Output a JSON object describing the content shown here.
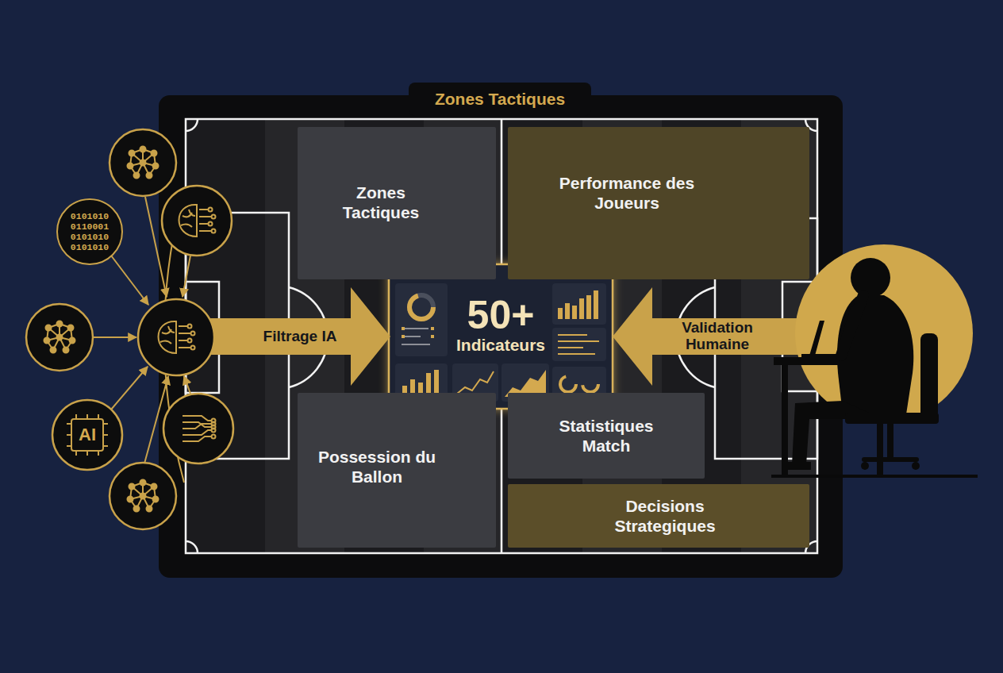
{
  "diagram": {
    "title": "Zones Tactiques",
    "nodes": [
      {
        "text": [
          "Zones Tactiques"
        ]
      },
      {
        "text": [
          "Performance des Joueurs"
        ]
      },
      {
        "text": [
          "0101010 0110001 0101010 0101010"
        ]
      },
      {
        "text": [
          "50+",
          "Indicateurs"
        ]
      },
      {
        "text": [
          "AI"
        ]
      },
      {
        "text": [
          "Possession du Ballon"
        ]
      },
      {
        "text": [
          "Statistiques Match"
        ]
      },
      {
        "text": [
          "Decisions Strategiques"
        ]
      }
    ],
    "labels": [
      "Filtrage IA",
      "Validation Humaine"
    ]
  }
}
